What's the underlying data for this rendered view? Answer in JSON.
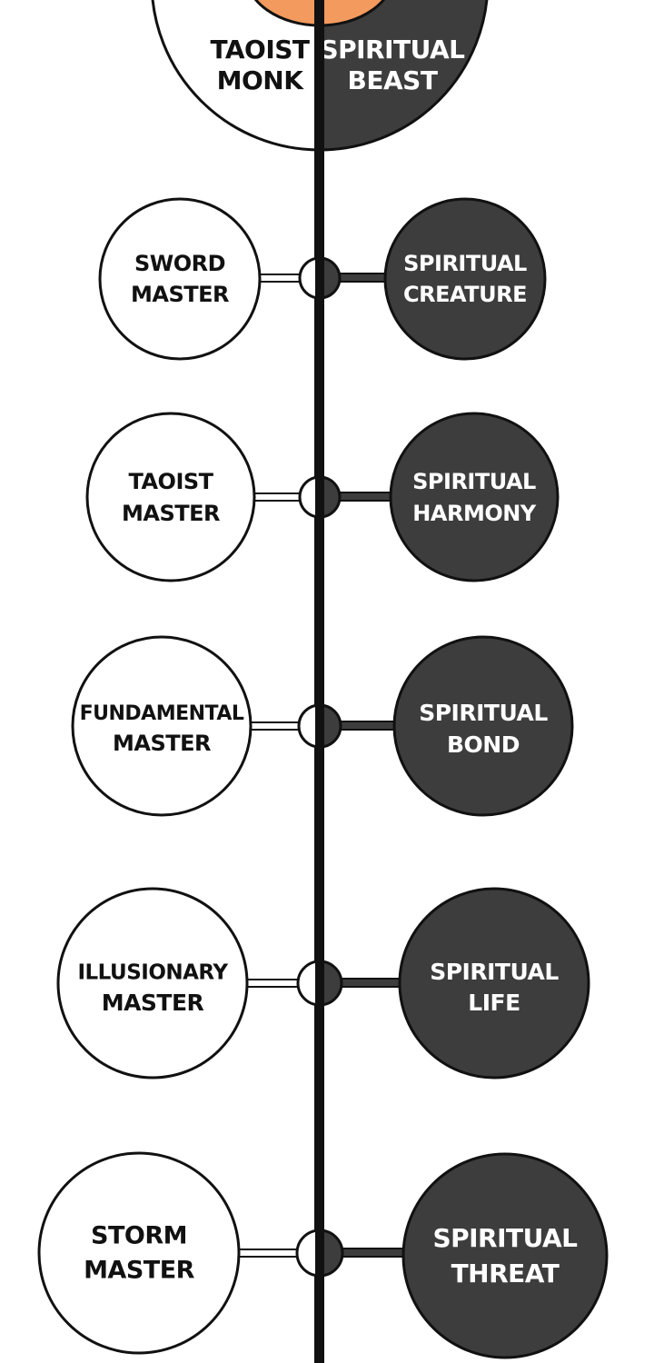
{
  "colors": {
    "accent_orange": "#f39a5e",
    "dark_fill": "#3d3d3d",
    "line": "#111111",
    "paper": "#ffffff"
  },
  "top": {
    "left_line1": "TAOIST",
    "left_line2": "MONK",
    "right_line1": "SPIRITUAL",
    "right_line2": "BEAST"
  },
  "rows": [
    {
      "left": [
        "SWORD",
        "MASTER"
      ],
      "right": [
        "SPIRITUAL",
        "CREATURE"
      ]
    },
    {
      "left": [
        "TAOIST",
        "MASTER"
      ],
      "right": [
        "SPIRITUAL",
        "HARMONY"
      ]
    },
    {
      "left": [
        "FUNDAMENTAL",
        "MASTER"
      ],
      "right": [
        "SPIRITUAL",
        "BOND"
      ]
    },
    {
      "left": [
        "ILLUSIONARY",
        "MASTER"
      ],
      "right": [
        "SPIRITUAL",
        "LIFE"
      ]
    },
    {
      "left": [
        "STORM",
        "MASTER"
      ],
      "right": [
        "SPIRITUAL",
        "THREAT"
      ]
    }
  ]
}
